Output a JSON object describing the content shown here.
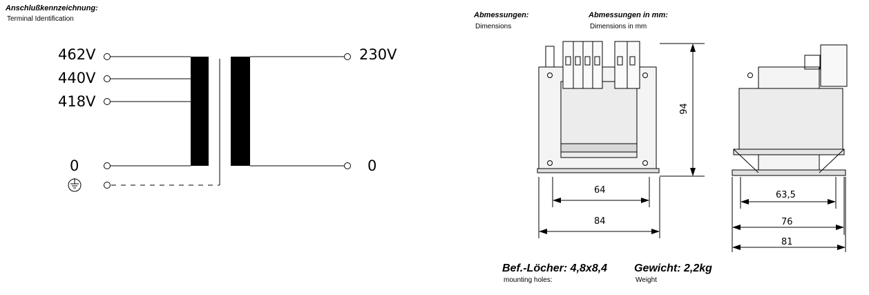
{
  "terminal": {
    "heading": "Anschlußkennzeichnung:",
    "subheading": "Terminal Identification",
    "primary_taps": [
      "462V",
      "440V",
      "418V"
    ],
    "primary_zero": "0",
    "secondary_voltage": "230V",
    "secondary_zero": "0",
    "ground_icon": "earth-ground-icon"
  },
  "dimensions": {
    "heading": "Abmessungen:",
    "subheading": "Dimensions",
    "unit_heading": "Abmessungen in mm:",
    "unit_subheading": "Dimensions in mm",
    "height": "94",
    "front_inner": "64",
    "front_outer": "84",
    "side_inner": "63,5",
    "side_mid": "76",
    "side_outer": "81"
  },
  "footer": {
    "holes_label": "Bef.-Löcher: 4,8x8,4",
    "holes_sub": "mounting holes:",
    "weight_label": "Gewicht: 2,2kg",
    "weight_sub": "Weight"
  }
}
